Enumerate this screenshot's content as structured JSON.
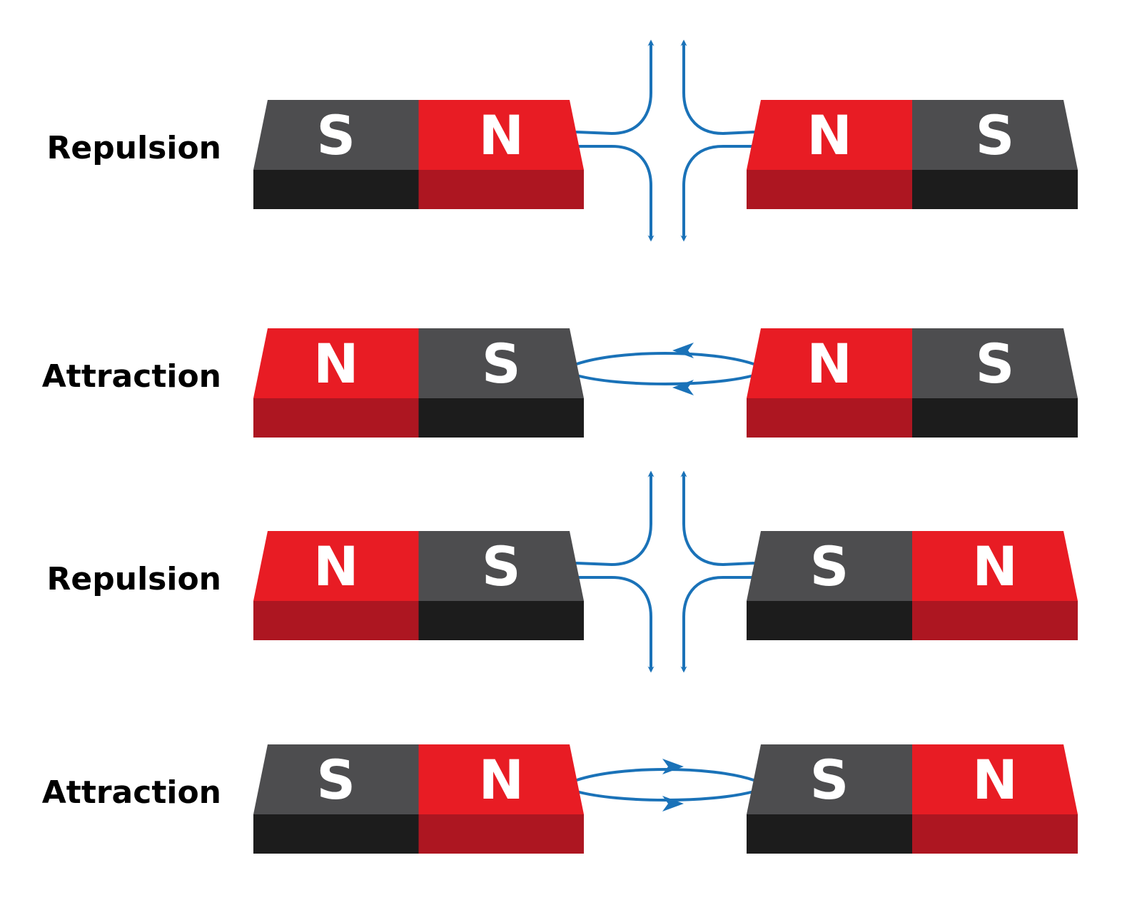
{
  "colors": {
    "north_top": "#e81c24",
    "north_side": "#ad1621",
    "south_top": "#4d4d4f",
    "south_side": "#1c1c1c",
    "field_line": "#1a72b8",
    "label": "#000000"
  },
  "rows": [
    {
      "label": "Repulsion",
      "type": "repulsion",
      "left_magnet": {
        "left_pole": "S",
        "right_pole": "N"
      },
      "right_magnet": {
        "left_pole": "N",
        "right_pole": "S"
      }
    },
    {
      "label": "Attraction",
      "type": "attraction",
      "arrow_direction": "left",
      "left_magnet": {
        "left_pole": "N",
        "right_pole": "S"
      },
      "right_magnet": {
        "left_pole": "N",
        "right_pole": "S"
      }
    },
    {
      "label": "Repulsion",
      "type": "repulsion",
      "left_magnet": {
        "left_pole": "N",
        "right_pole": "S"
      },
      "right_magnet": {
        "left_pole": "S",
        "right_pole": "N"
      }
    },
    {
      "label": "Attraction",
      "type": "attraction",
      "arrow_direction": "right",
      "left_magnet": {
        "left_pole": "S",
        "right_pole": "N"
      },
      "right_magnet": {
        "left_pole": "S",
        "right_pole": "N"
      }
    }
  ]
}
